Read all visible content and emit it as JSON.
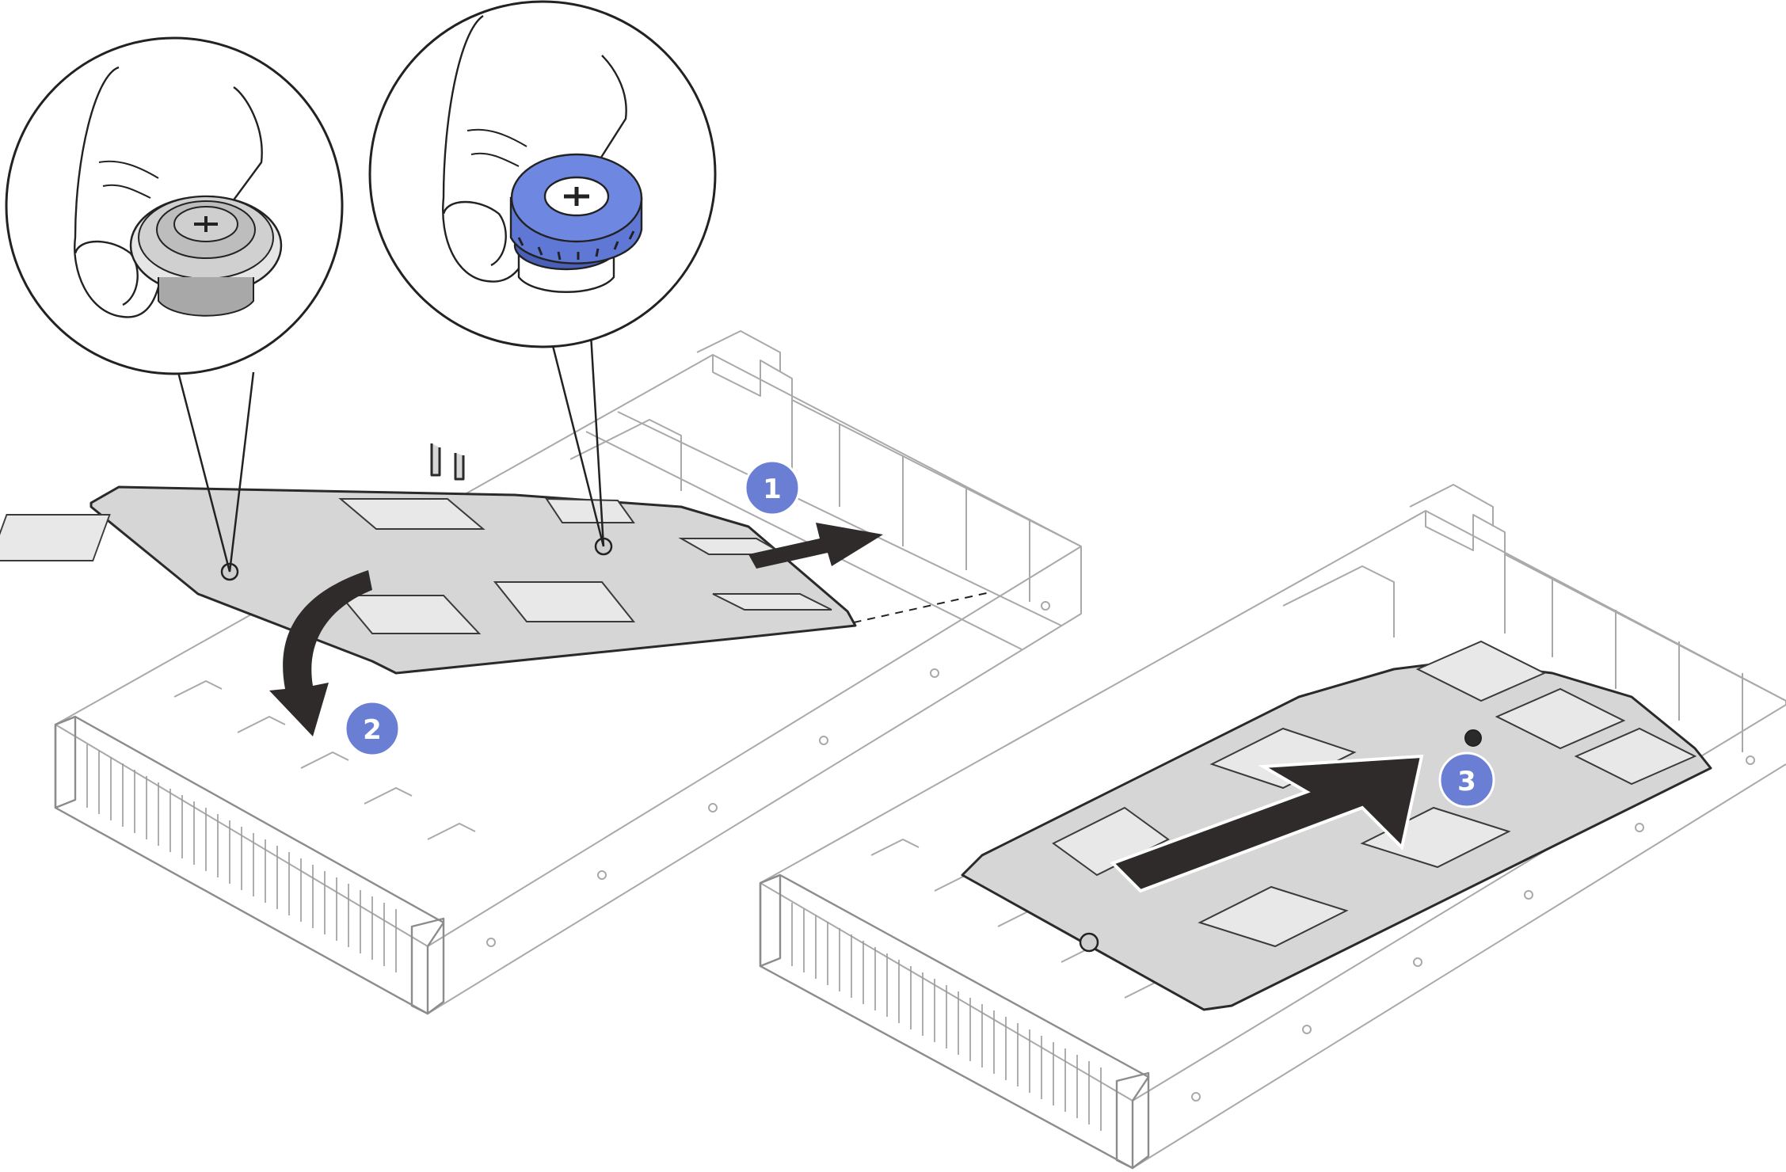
{
  "steps": [
    {
      "number": "1",
      "action": "slide"
    },
    {
      "number": "2",
      "action": "lower"
    },
    {
      "number": "3",
      "action": "slide"
    }
  ],
  "callouts": [
    {
      "subject": "guide-pin"
    },
    {
      "subject": "thumbscrew-plunger"
    }
  ],
  "colors": {
    "badge": "#6a7fd4",
    "plunger": "#5f78d6",
    "arrow": "#2f2b2b",
    "board": "#d6d6d6",
    "chassis": "#a9a9a9"
  },
  "icons": [
    "arrow-right-icon",
    "arrow-curved-down-icon",
    "thumbscrew-icon",
    "guide-pin-icon",
    "finger-icon"
  ]
}
